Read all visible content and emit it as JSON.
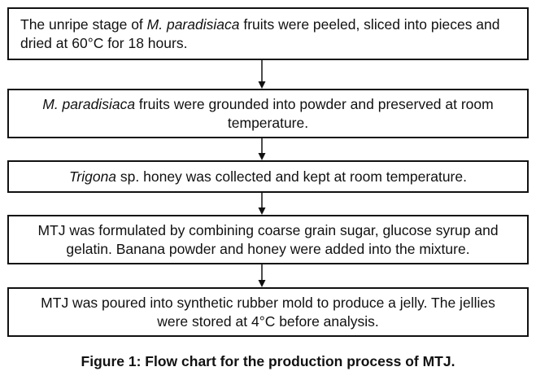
{
  "flowchart": {
    "steps": [
      {
        "pre": "The unripe stage of ",
        "italic": "M. paradisiaca",
        "post": " fruits were peeled, sliced into pieces and dried at 60°C for 18 hours."
      },
      {
        "pre": "",
        "italic": "M. paradisiaca",
        "post": " fruits were grounded into powder and preserved at room temperature."
      },
      {
        "pre": "",
        "italic": "Trigona",
        "post": " sp. honey was collected and kept at room temperature."
      },
      {
        "pre": "",
        "italic": "",
        "post": "MTJ was formulated by combining coarse grain sugar, glucose syrup and gelatin. Banana powder and honey were added into the mixture."
      },
      {
        "pre": "",
        "italic": "",
        "post": "MTJ was poured into synthetic rubber mold to produce a jelly. The jellies were stored at 4°C before analysis."
      }
    ],
    "caption": "Figure 1: Flow chart for the production process of MTJ.",
    "colors": {
      "stroke": "#111111",
      "text": "#111111",
      "background": "#ffffff"
    }
  }
}
